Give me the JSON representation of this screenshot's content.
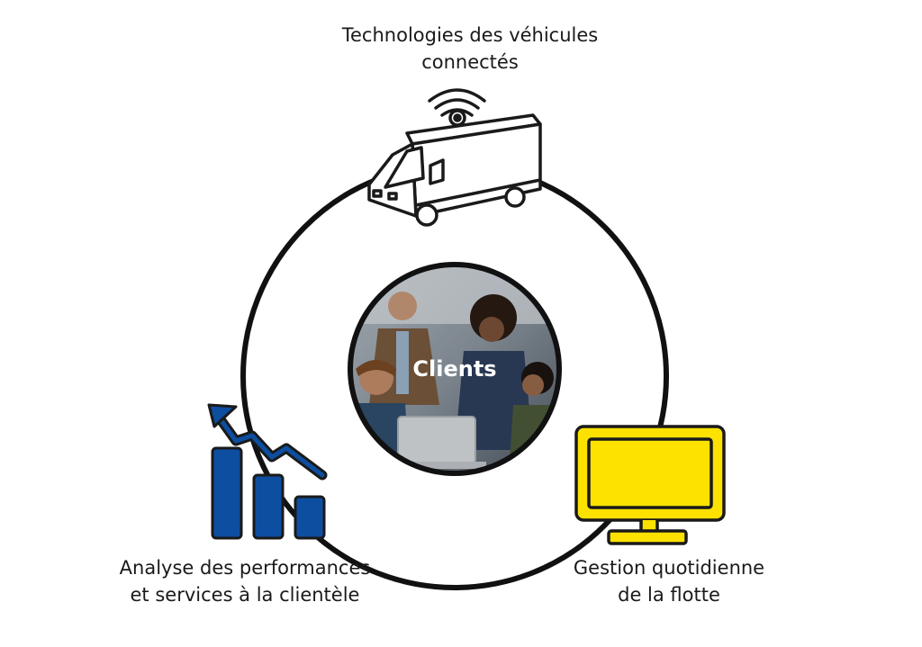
{
  "center": {
    "label": "Clients"
  },
  "nodes": {
    "top": {
      "line1": "Technologies des véhicules",
      "line2": "connectés",
      "icon": "connected-van-icon"
    },
    "left": {
      "line1": "Analyse des performances",
      "line2": "et services à la clientèle",
      "icon": "bar-chart-trend-icon"
    },
    "right": {
      "line1": "Gestion quotidienne",
      "line2": "de la flotte",
      "icon": "monitor-icon"
    }
  },
  "colors": {
    "ring": "#111111",
    "chart_blue": "#0d4ea1",
    "monitor_yellow": "#fde200",
    "outline": "#1a1a1a"
  }
}
